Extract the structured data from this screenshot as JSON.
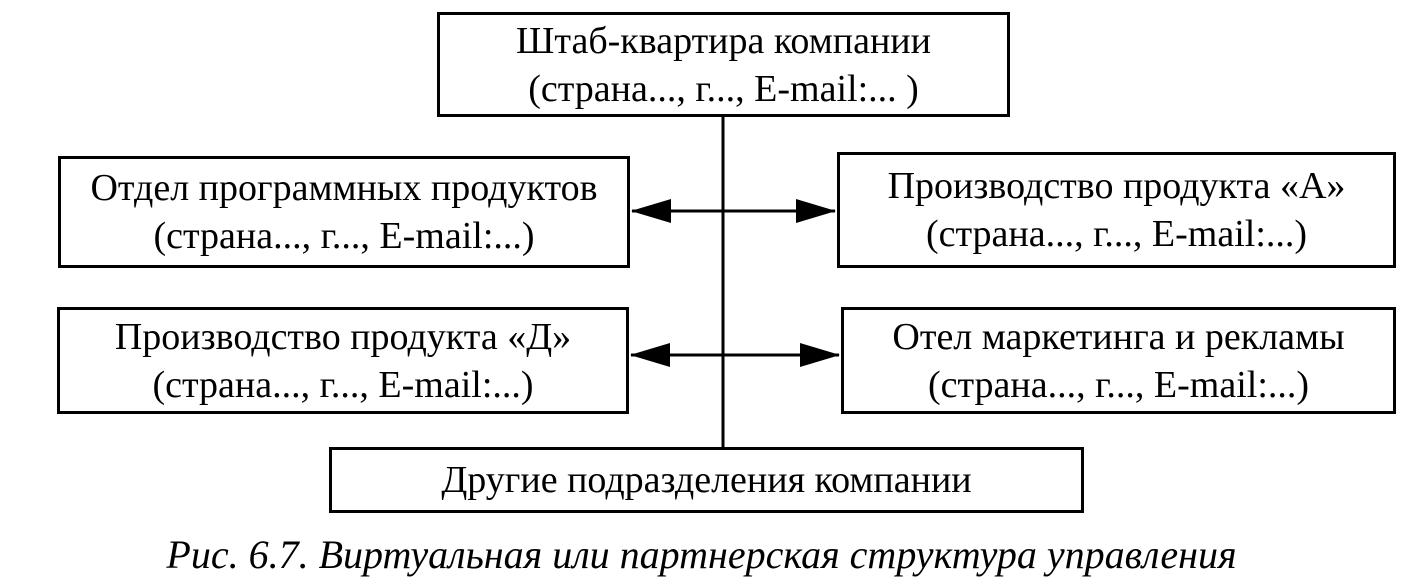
{
  "diagram": {
    "headquarters": {
      "title": "Штаб-квартира компании",
      "details": "(страна..., г..., E-mail:... )"
    },
    "software_department": {
      "title": "Отдел программных продуктов",
      "details": "(страна..., г..., E-mail:...)"
    },
    "production_a": {
      "title": "Производство продукта «А»",
      "details": "(страна..., г..., E-mail:...)"
    },
    "production_d": {
      "title": "Производство продукта «Д»",
      "details": "(страна..., г..., E-mail:...)"
    },
    "marketing_department": {
      "title": "Отел маркетинга и рекламы",
      "details": "(страна..., г..., E-mail:...)"
    },
    "other_units": {
      "title": "Другие подразделения компании"
    }
  },
  "caption": "Рис. 6.7. Виртуальная или партнерская структура управления",
  "colors": {
    "line": "#000000",
    "background": "#ffffff",
    "text": "#000000"
  }
}
